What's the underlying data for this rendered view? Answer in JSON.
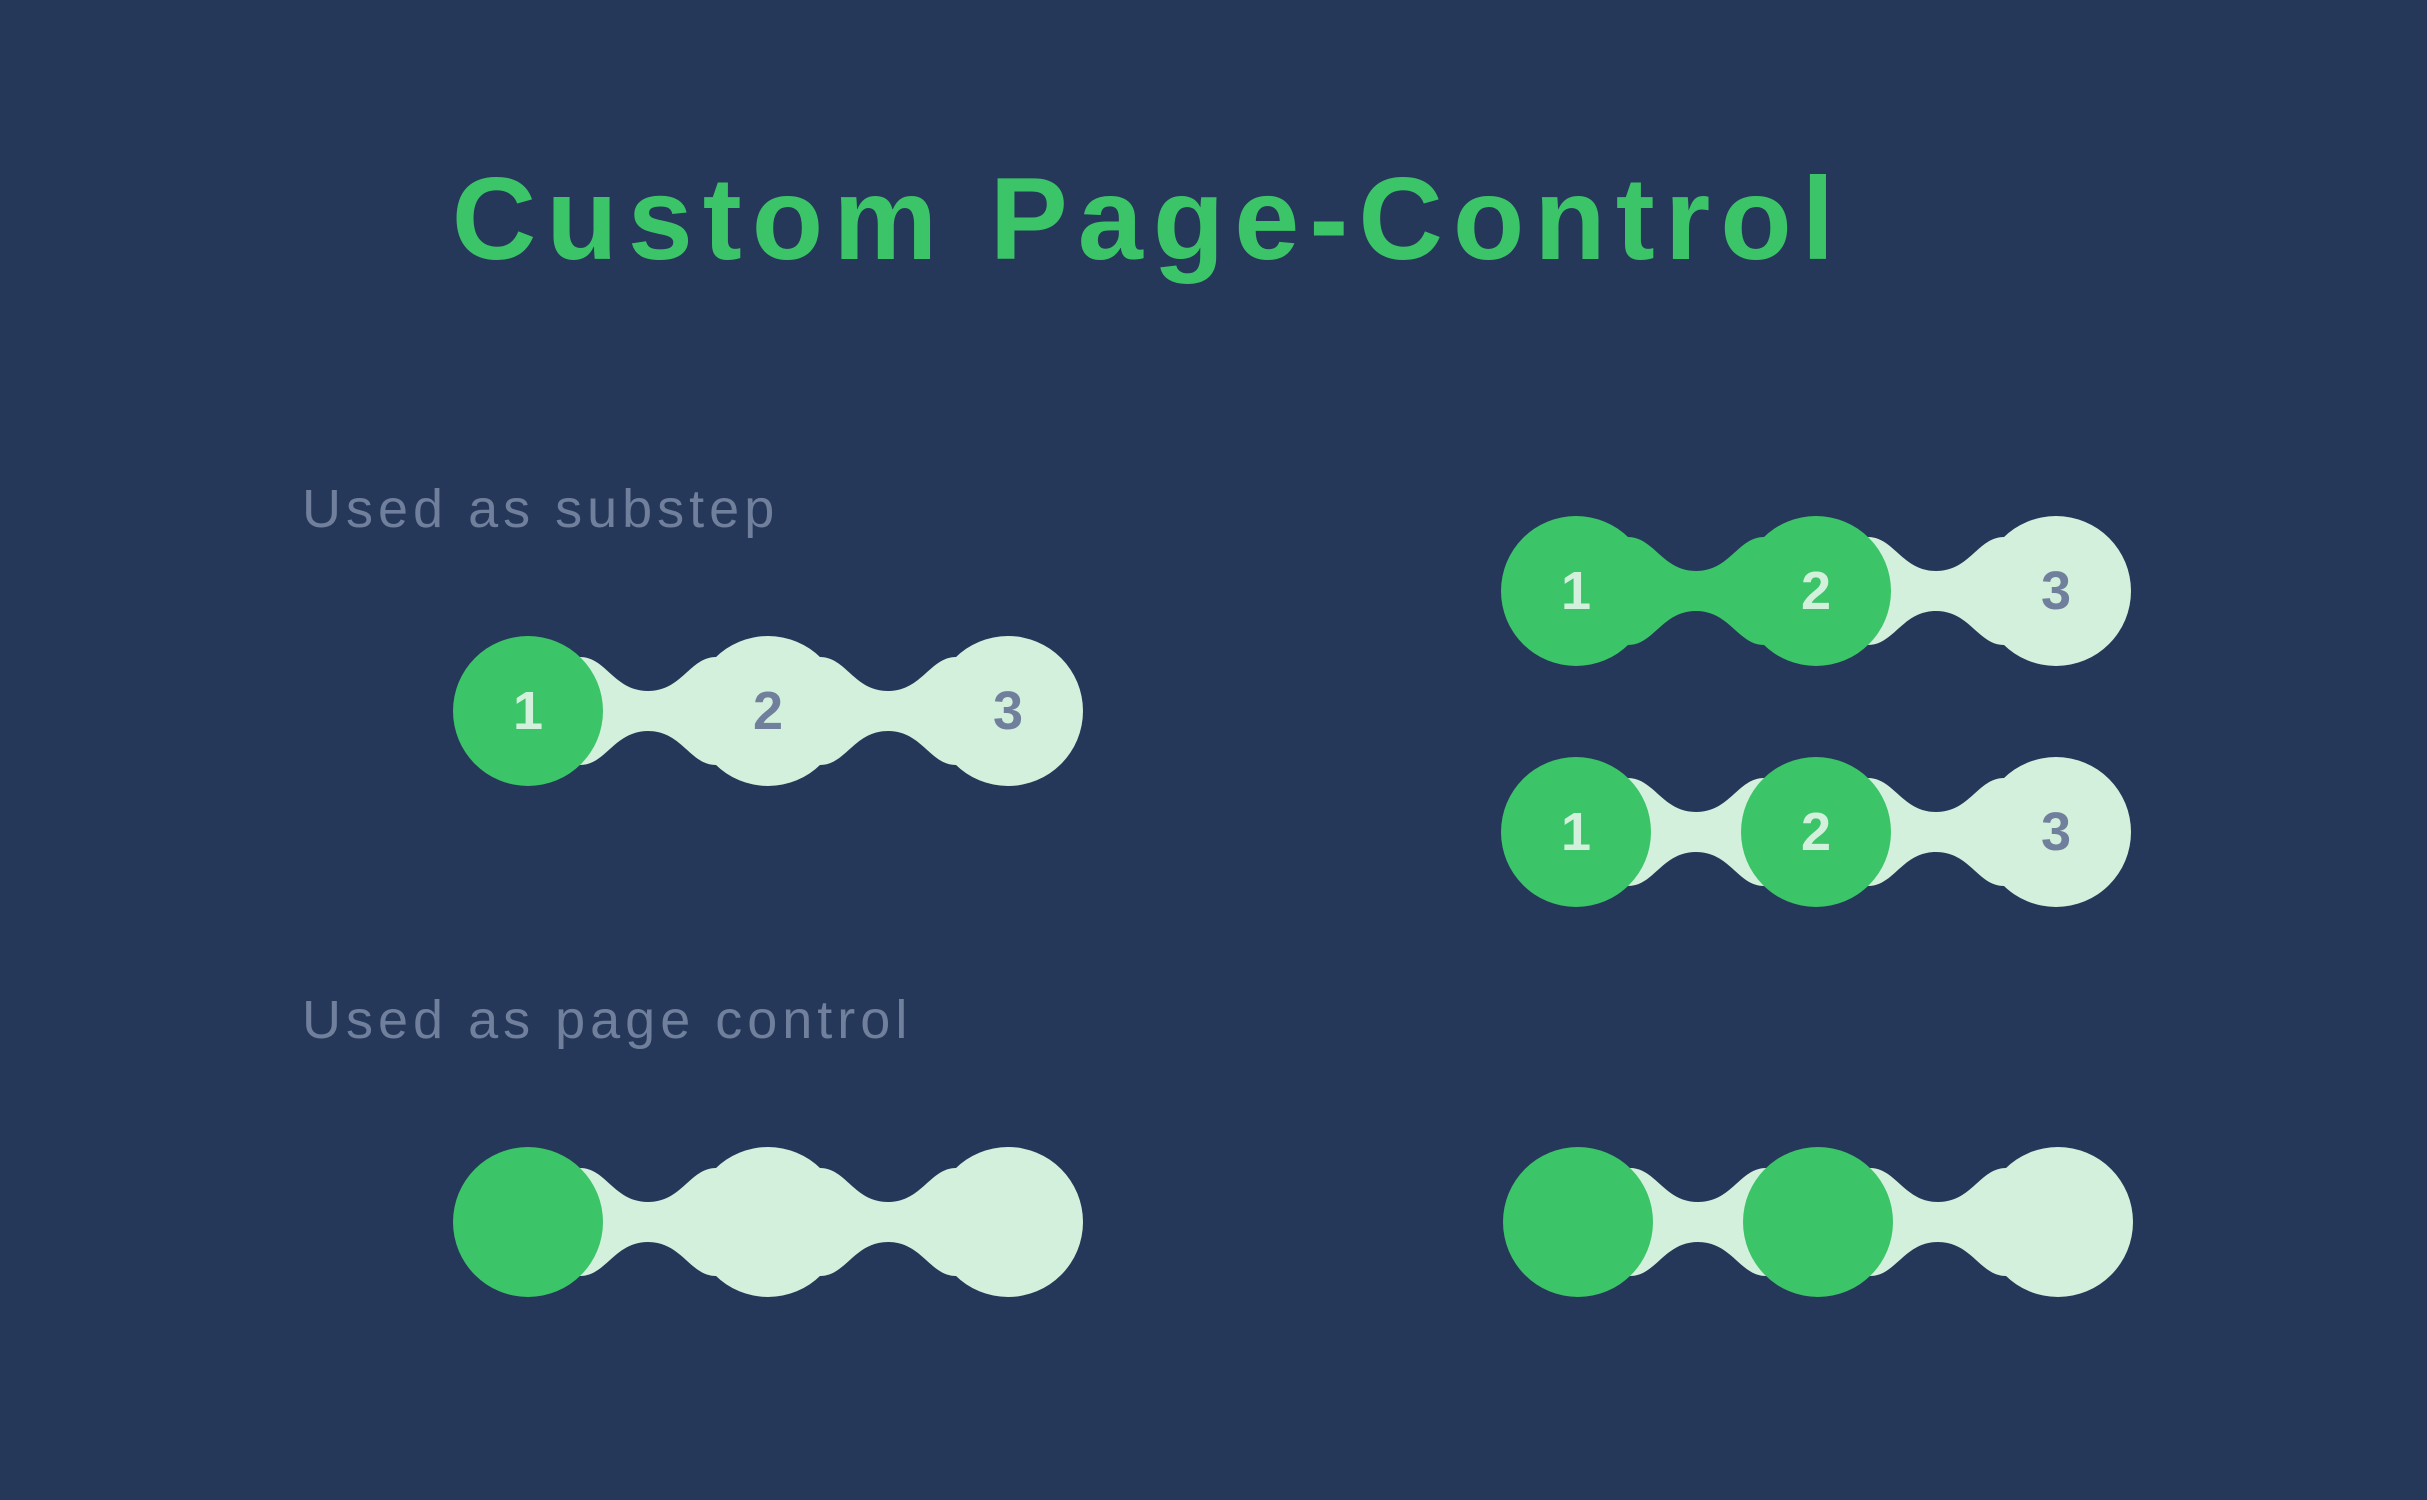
{
  "title": "Custom Page-Control",
  "colors": {
    "background": "#263859",
    "active": "#3cc468",
    "inactive": "#d3f0dc",
    "label": "#6f7f9c"
  },
  "sections": [
    {
      "label": "Used as substep",
      "controls": [
        {
          "steps": [
            "1",
            "2",
            "3"
          ],
          "active_step": 1,
          "filled_through": 1,
          "show_numbers": true
        },
        {
          "steps": [
            "1",
            "2",
            "3"
          ],
          "active_step": 2,
          "filled_through": 2,
          "show_numbers": true
        },
        {
          "steps": [
            "1",
            "2",
            "3"
          ],
          "active_step": 2,
          "filled_through": 1,
          "show_numbers": true
        }
      ]
    },
    {
      "label": "Used as page control",
      "controls": [
        {
          "steps": [
            "",
            "",
            ""
          ],
          "active_step": 1,
          "filled_through": 1,
          "show_numbers": false
        },
        {
          "steps": [
            "",
            "",
            ""
          ],
          "active_step": 2,
          "filled_through": 1,
          "show_numbers": false
        }
      ]
    }
  ]
}
